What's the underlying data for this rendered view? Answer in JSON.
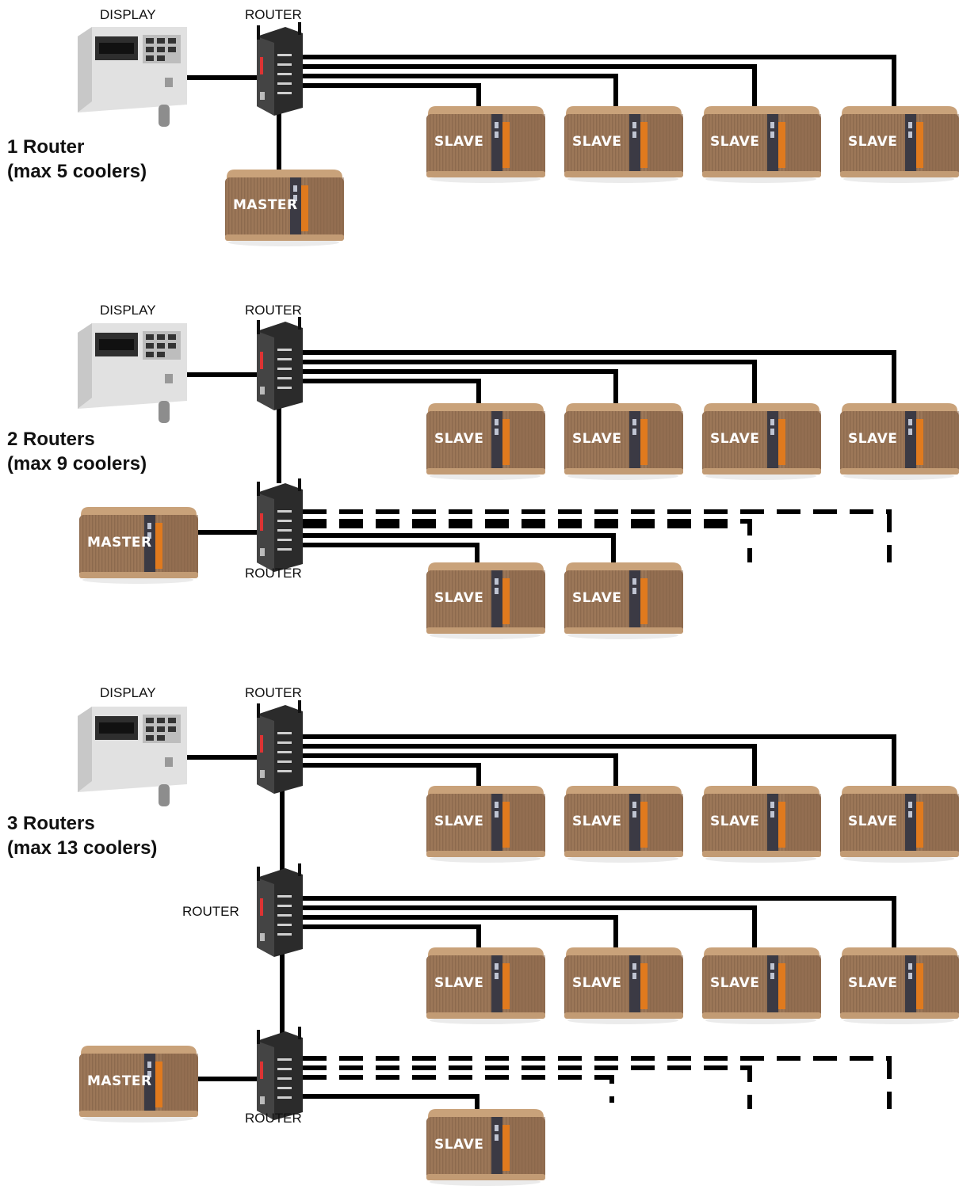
{
  "labels": {
    "display": "DISPLAY",
    "router": "ROUTER",
    "master": "MASTER",
    "slave": "SLAVE"
  },
  "configs": [
    {
      "line1": "1 Router",
      "line2": "(max 5 coolers)"
    },
    {
      "line1": "2 Routers",
      "line2": "(max 9 coolers)"
    },
    {
      "line1": "3 Routers",
      "line2": "(max 13 coolers)"
    }
  ],
  "colors": {
    "cooler_body": "#9c7758",
    "cooler_top": "#c9a27a",
    "cooler_orange": "#e07a1e",
    "router_body": "#2b2b2b",
    "display_body": "#e1e1e1",
    "cable": "#000000"
  }
}
